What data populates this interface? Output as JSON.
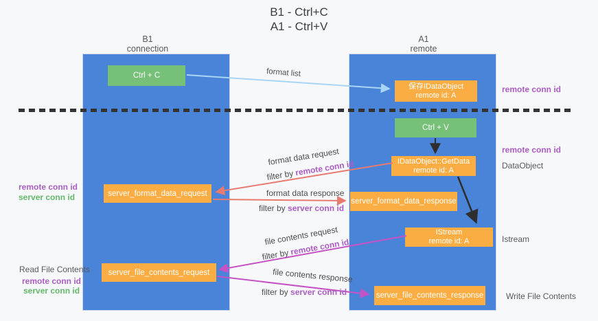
{
  "title": {
    "line1": "B1 - Ctrl+C",
    "line2": "A1 - Ctrl+V"
  },
  "columns": {
    "left": {
      "name": "B1",
      "role": "connection"
    },
    "right": {
      "name": "A1",
      "role": "remote"
    }
  },
  "boxes": {
    "ctrl_c": "Ctrl + C",
    "ctrl_v": "Ctrl + V",
    "save_dataobject": {
      "line1": "保存IDataObject",
      "line2": "remote id: A"
    },
    "getdata": {
      "line1": "IDataObject::GetData",
      "line2": "remote id: A"
    },
    "istream": {
      "line1": "IStream",
      "line2": "remote id: A"
    },
    "server_format_data_request": "server_format_data_request",
    "server_format_data_response": "server_format_data_response",
    "server_file_contents_request": "server_file_contents_request",
    "server_file_contents_response": "server_file_contents_response"
  },
  "arrows": {
    "format_list": "format list",
    "format_data_request": {
      "title": "format data request",
      "filter_prefix": "filter by ",
      "filter_key": "remote conn id"
    },
    "format_data_response": {
      "title": "format data response",
      "filter_prefix": "filter by ",
      "filter_key": "server conn id"
    },
    "file_contents_request": {
      "title": "file contents request",
      "filter_prefix": "filter by ",
      "filter_key": "remote conn id"
    },
    "file_contents_response": {
      "title": "file contents response",
      "filter_prefix": "filter by ",
      "filter_key": "server conn id"
    }
  },
  "side_labels": {
    "right_remote_conn_id_top": "remote conn id",
    "right_remote_conn_id_mid": "remote conn id",
    "dataobject": "DataObject",
    "istream": "Istream",
    "write_file_contents": "Write File Contents",
    "left_remote_conn_id_top": "remote conn id",
    "left_server_conn_id_top": "server conn id",
    "read_file_contents": "Read File Contents",
    "left_remote_conn_id_bottom": "remote conn id",
    "left_server_conn_id_bottom": "server conn id"
  },
  "colors": {
    "column_blue": "#4a84d8",
    "box_orange": "#f9ad42",
    "box_green": "#76c077",
    "arrow_blue": "#a9d5f5",
    "arrow_red": "#e87a72",
    "arrow_magenta": "#c653c6",
    "arrow_black": "#2e2e2e",
    "conn_id_purple": "#ab5dc4",
    "conn_id_green": "#62b96a"
  }
}
